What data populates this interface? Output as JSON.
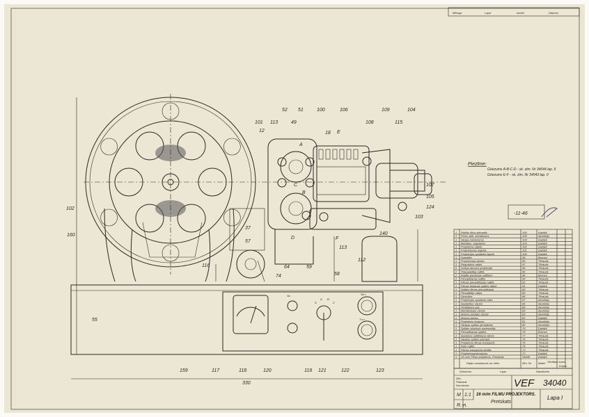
{
  "header_strip": [
    "Mērogs",
    "Lapa",
    "Izmēri",
    "Datums"
  ],
  "notes": {
    "title": "Piezīme:",
    "lines": [
      "Griezums A-B-C-D - sk. zīm. Nr 34044 lap. II",
      "Griezums E-F - sk. zīm. Nr 34043 lap. II"
    ]
  },
  "stamp": {
    "text": "-11-46"
  },
  "callouts": {
    "top": [
      "52",
      "51",
      "100",
      "106",
      "113",
      "49",
      "101",
      "109",
      "108",
      "115",
      "104"
    ],
    "right": [
      "107",
      "105",
      "124",
      "103"
    ],
    "left": [
      "102",
      "37",
      "57",
      "116"
    ],
    "mid": [
      "64",
      "74",
      "59",
      "58",
      "113",
      "112"
    ],
    "bottom": [
      "159",
      "117",
      "118",
      "120",
      "119",
      "121",
      "122",
      "123"
    ],
    "sections": [
      "A",
      "B",
      "C",
      "D",
      "E",
      "F"
    ]
  },
  "dimensions": {
    "width": "330",
    "height_left": "160",
    "base_height": "55",
    "top": "140",
    "side": "12",
    "lens": "18"
  },
  "panel_labels": {
    "left_knob": "Sk.",
    "right_top": "Sk.r.",
    "right_bottom": "T.n.r.",
    "dial": [
      "S",
      "A",
      "B",
      "C"
    ]
  },
  "parts_list": {
    "rows": [
      {
        "qty": "1",
        "name": "Ražīšu filmu pievadīs",
        "no": "106",
        "mat": "Dažādi"
      },
      {
        "qty": "1",
        "name": "Pirms attīt. mehānisms",
        "no": "105",
        "mat": "Alumīnijs"
      },
      {
        "qty": "1",
        "name": "Skaņa mehānisms",
        "no": "104",
        "mat": "Dažādi"
      },
      {
        "qty": "1",
        "name": "Mehānis. regulators",
        "no": "103",
        "mat": "Dažādi"
      },
      {
        "qty": "1",
        "name": "Projektora objekt.",
        "no": "102",
        "mat": "Dažādi"
      },
      {
        "qty": "1",
        "name": "Projicēšanas objekts",
        "no": "101",
        "mat": "Dažādi"
      },
      {
        "qty": "1",
        "name": "Projekcijas spuldzes ligzda",
        "no": "100",
        "mat": "Dažādi"
      },
      {
        "qty": "1",
        "name": "Sviedrīte",
        "no": "99",
        "mat": "Bronza"
      },
      {
        "qty": "1",
        "name": "Projektoriņa dzelzs",
        "no": "98",
        "mat": "Tērauds"
      },
      {
        "qty": "1",
        "name": "Regulators ratiņš",
        "no": "97",
        "mat": "Tērauds"
      },
      {
        "qty": "2",
        "name": "Gultņa atsvaru projekcijai",
        "no": "96",
        "mat": "Tērauds"
      },
      {
        "qty": "2",
        "name": "Pārpalaidēja ruļlītis",
        "no": "95",
        "mat": "Tērauds"
      },
      {
        "qty": "2",
        "name": "Ruļlītis piedziņas ruļlīšiem",
        "no": "94",
        "mat": "Bronza"
      },
      {
        "qty": "2",
        "name": "Pievadīšanas ruļlītis",
        "no": "93",
        "mat": "Tērauds"
      },
      {
        "qty": "1",
        "name": "Filmas pievadīšanas ruļlītis",
        "no": "92",
        "mat": "Tērauds"
      },
      {
        "qty": "1",
        "name": "Filmas tiešanas spīdes ratiņš",
        "no": "91",
        "mat": "Dažādi"
      },
      {
        "qty": "1",
        "name": "Spīdes filmas pievadīšanai",
        "no": "90",
        "mat": "Tērauds"
      },
      {
        "qty": "1",
        "name": "Pievadītājs ratiņš",
        "no": "89",
        "mat": "Tērauds"
      },
      {
        "qty": "1",
        "name": "Skrūvītes",
        "no": "88",
        "mat": "Tērauds"
      },
      {
        "qty": "1",
        "name": "Projekcijas spuldzes vāks",
        "no": "87",
        "mat": "Alumīnijs"
      },
      {
        "qty": "1",
        "name": "Spuldzītes vāciņš",
        "no": "86",
        "mat": "Alumīnijs"
      },
      {
        "qty": "1",
        "name": "Ventilatora rats",
        "no": "85",
        "mat": "Alumīnijs"
      },
      {
        "qty": "1",
        "name": "Mehāniskais vāciņš",
        "no": "84",
        "mat": "Alumīnijs"
      },
      {
        "qty": "1",
        "name": "Motora dzeltais vāciņš",
        "no": "83",
        "mat": "Alumīnijs"
      },
      {
        "qty": "1",
        "name": "Motora dzelzs",
        "no": "82",
        "mat": "Dažādi"
      },
      {
        "qty": "1",
        "name": "Projektoru korpuss",
        "no": "81",
        "mat": "Alumīnijs"
      },
      {
        "qty": "1",
        "name": "Skaņas spīdes pirmkārtas",
        "no": "80",
        "mat": "Alumīnijs"
      },
      {
        "qty": "1",
        "name": "Spīdes skaļruņa savienotājs",
        "no": "79",
        "mat": "Dažādi"
      },
      {
        "qty": "1",
        "name": "Pievadīšanas spīdes",
        "no": "78",
        "mat": "Bronza"
      },
      {
        "qty": "1",
        "name": "Spuldzes spīdēšana vārsts",
        "no": "77",
        "mat": "Tērauds"
      },
      {
        "qty": "1",
        "name": "Skaņas spīdes pārvads",
        "no": "76",
        "mat": "Tērauds"
      },
      {
        "qty": "1",
        "name": "Projektoru filmas transports",
        "no": "75",
        "mat": "Tērauds"
      },
      {
        "qty": "1",
        "name": "Rats ruļlītis",
        "no": "74",
        "mat": "Tērauds"
      },
      {
        "qty": "1",
        "name": "Filmas transporta rāmītis",
        "no": "73",
        "mat": "Tērauds"
      },
      {
        "qty": "1",
        "name": "Projektorsavienojums",
        "no": "72",
        "mat": "Dažādi"
      },
      {
        "qty": "1",
        "name": "16 m/m Filmu projektors, Pretskats",
        "no": "34040",
        "mat": "Dažādi"
      }
    ],
    "footer": [
      "Daļas nosaukums un mērs",
      "Zīm. Nr.",
      "Mater.",
      "Vienības svars",
      "Kopsv."
    ],
    "footer2": [
      "Griezums",
      "Lapa",
      "Daudzums"
    ]
  },
  "title_block": {
    "company": "VEF",
    "drawing_no": "34040",
    "title": "16 m/m FILMU PROJEKTORS.",
    "subtitle": "Pretskats",
    "sheet": "Lapa I",
    "scale_label": "M",
    "scale": "1:1",
    "series": "R.-n.",
    "rows": [
      "Zīm.",
      "Pārbaud.",
      "Normkontr."
    ]
  }
}
